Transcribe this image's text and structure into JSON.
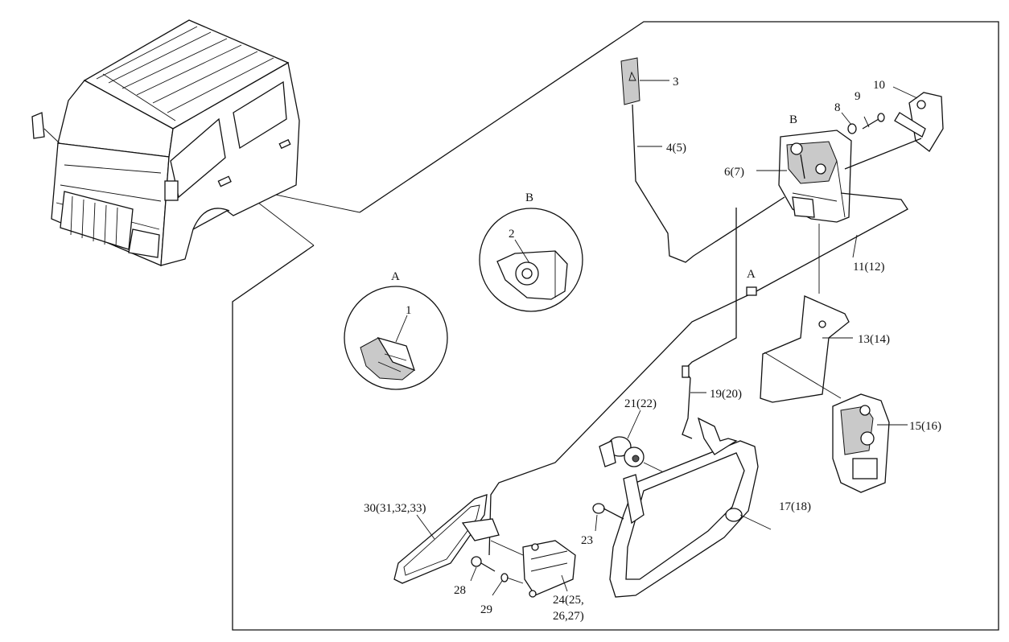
{
  "detail_labels": {
    "detail_a": "A",
    "detail_b": "B",
    "detail_a_marker": "A",
    "detail_b_marker": "B"
  },
  "callouts": [
    "1",
    "2",
    "3",
    "4(5)",
    "6(7)",
    "8",
    "9",
    "10",
    "11(12)",
    "13(14)",
    "15(16)",
    "17(18)",
    "19(20)",
    "21(22)",
    "23",
    "24(25,",
    "26,27)",
    "28",
    "29",
    "30(31,32,33)"
  ]
}
